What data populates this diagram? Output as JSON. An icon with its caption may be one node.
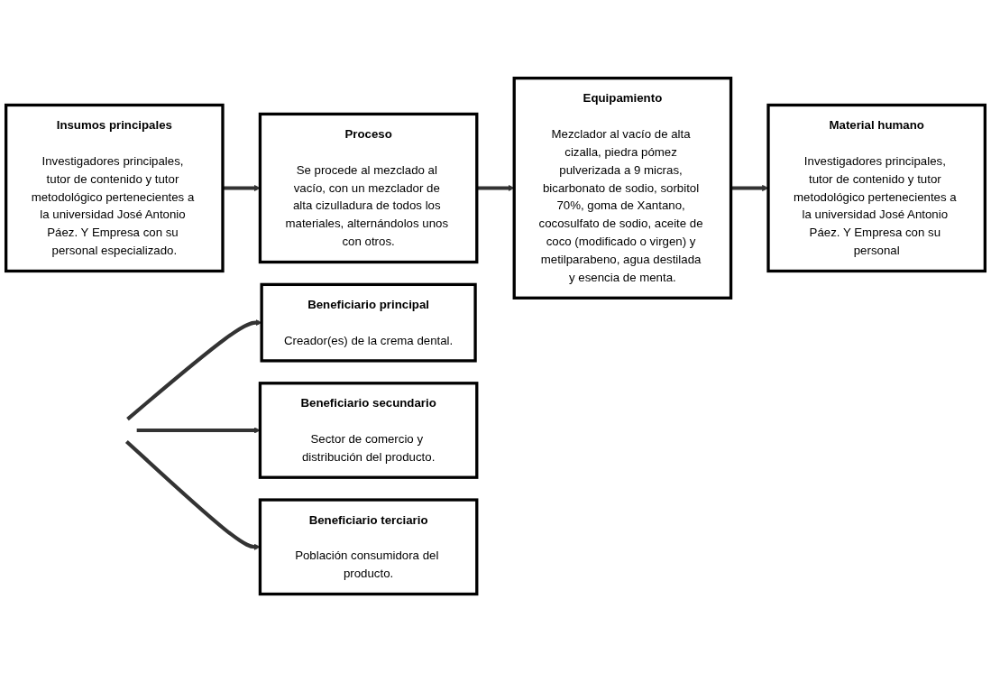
{
  "diagram": {
    "nodes": [
      {
        "text": [
          "Insumos principales",
          "Investigadores principales, tutor de contenido y tutor metodológico pertenecientes a la universidad José Antonio Páez. Y Empresa con su personal especializado."
        ]
      },
      {
        "text": [
          "Proceso",
          "Se procede al mezclado al vacío, con un mezclador de alta cizulladura de todos los materiales, alternándolos unos con otros."
        ]
      },
      {
        "text": [
          "Equipamiento",
          "Mezclador al vacío de alta cizalla, piedra pómez pulverizada a 9 micras, bicarbonato de sodio, sorbitol 70%, goma de Xantano, cocosulfato de sodio, aceite de coco (modificado o virgen) y metilparabeno, agua destilada y esencia de menta."
        ]
      },
      {
        "text": [
          "Material humano",
          "Investigadores principales, tutor de contenido y tutor metodológico pertenecientes a la universidad José Antonio Páez. Y Empresa con su personal"
        ]
      },
      {
        "text": [
          "Beneficiario principal",
          "Creador(es) de la crema dental."
        ]
      },
      {
        "text": [
          "Beneficiario secundario",
          "Sector de comercio y distribución del producto."
        ]
      },
      {
        "text": [
          "Beneficiario terciario",
          "Población consumidora del producto."
        ]
      }
    ],
    "edges": [
      {
        "from": 0,
        "to": 1,
        "arrow": "to"
      },
      {
        "from": 1,
        "to": 2,
        "arrow": "to"
      },
      {
        "from": 2,
        "to": 3,
        "arrow": "to"
      },
      {
        "from": null,
        "to": 4,
        "arrow": "to"
      },
      {
        "from": null,
        "to": 5,
        "arrow": "to"
      },
      {
        "from": null,
        "to": 6,
        "arrow": "to"
      }
    ]
  }
}
